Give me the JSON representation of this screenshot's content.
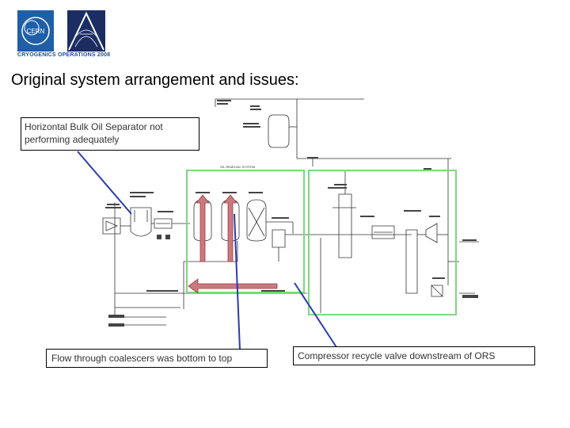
{
  "header": {
    "logo_cern_text": "CERN",
    "logo_caption": "CRYOGENICS OPERATIONS 2008"
  },
  "title": "Original system arrangement and issues:",
  "callouts": {
    "separator_issue": "Horizontal Bulk Oil Separator not performing adequately",
    "flow_issue": "Flow through coalescers was bottom to top",
    "valve_issue": "Compressor recycle valve downstream of ORS"
  },
  "diagram": {
    "system_label": "OIL REMOVAL SYSTEM",
    "colors": {
      "highlight_box": "#7fd77f",
      "flow_arrow": "#b8464c",
      "callout_line": "#2b3bb0"
    }
  }
}
